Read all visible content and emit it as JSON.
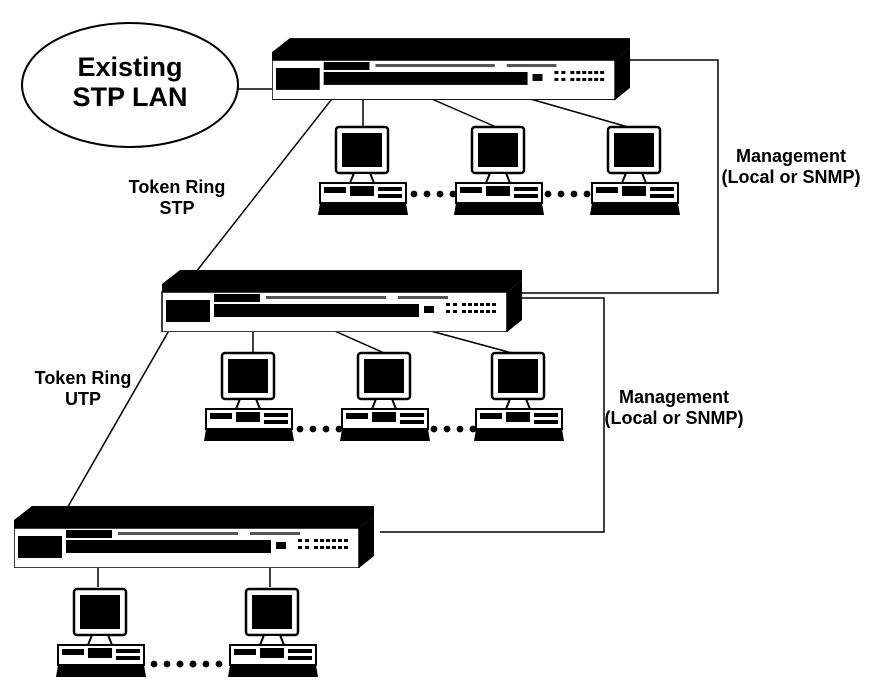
{
  "cloud": {
    "line1": "Existing",
    "line2": "STP LAN"
  },
  "labels": {
    "token_ring_stp": {
      "line1": "Token Ring",
      "line2": "STP"
    },
    "token_ring_utp": {
      "line1": "Token Ring",
      "line2": "UTP"
    },
    "management_top": {
      "line1": "Management",
      "line2": "(Local or SNMP)"
    },
    "management_mid": {
      "line1": "Management",
      "line2": "(Local or SNMP)"
    }
  },
  "colors": {
    "ink": "#000000",
    "paper": "#ffffff",
    "panel": "#dcdcdc"
  },
  "hubs": [
    {
      "id": "hub-top",
      "tier": 1,
      "workstations": 3
    },
    {
      "id": "hub-middle",
      "tier": 2,
      "workstations": 3
    },
    {
      "id": "hub-bottom",
      "tier": 3,
      "workstations": 2
    }
  ]
}
